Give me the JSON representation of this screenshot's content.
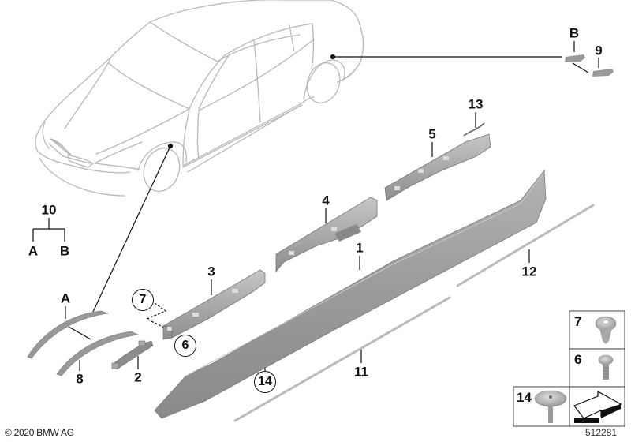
{
  "diagram": {
    "type": "parts-exploded-view",
    "subject": "Side skirt / rocker panel trim with mounting brackets",
    "callouts": [
      {
        "id": "1",
        "label": "1",
        "part": "side-skirt-panel"
      },
      {
        "id": "2",
        "label": "2",
        "part": "small-clip-bracket"
      },
      {
        "id": "3",
        "label": "3",
        "part": "front-skirt-bracket"
      },
      {
        "id": "4",
        "label": "4",
        "part": "middle-skirt-bracket"
      },
      {
        "id": "5",
        "label": "5",
        "part": "rear-skirt-bracket"
      },
      {
        "id": "6",
        "label": "6",
        "part": "screw",
        "circled": true
      },
      {
        "id": "7",
        "label": "7",
        "part": "expanding-rivet",
        "circled": true
      },
      {
        "id": "8",
        "label": "8",
        "part": "wheel-arch-trim"
      },
      {
        "id": "9",
        "label": "9",
        "part": "rear-arch-trim-piece"
      },
      {
        "id": "10",
        "label": "10",
        "part": "kit-group"
      },
      {
        "id": "11",
        "label": "11",
        "part": "lower-trim-strip"
      },
      {
        "id": "12",
        "label": "12",
        "part": "upper-trim-strip"
      },
      {
        "id": "13",
        "label": "13",
        "part": "seal-strip"
      },
      {
        "id": "14",
        "label": "14",
        "part": "fastener",
        "circled": true
      }
    ],
    "group_10": {
      "label": "10",
      "children": [
        "A",
        "B"
      ]
    },
    "letters": {
      "A": "A",
      "B": "B"
    },
    "fastener_table": [
      {
        "label": "7",
        "part": "expanding-rivet"
      },
      {
        "label": "6",
        "part": "screw"
      },
      {
        "label": "14",
        "part": "washer-head-bolt"
      }
    ],
    "footer": {
      "copyright": "© 2020 BMW AG",
      "diagram_number": "512281"
    }
  }
}
